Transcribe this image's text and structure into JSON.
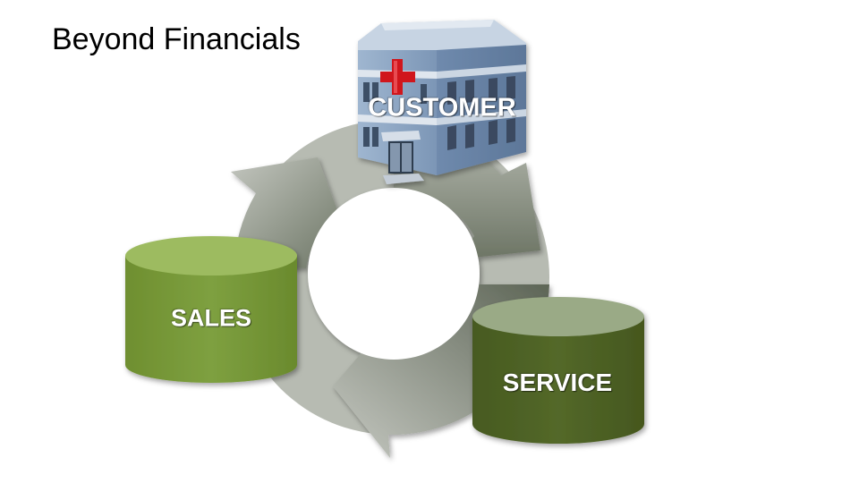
{
  "title": "Beyond Financials",
  "nodes": {
    "customer": "CUSTOMER",
    "sales": "SALES",
    "service": "SERVICE"
  },
  "colors": {
    "background": "#ffffff",
    "title_text": "#000000",
    "cycle_light": "#c9cbc6",
    "cycle_dark": "#6e7866",
    "sales_body": "#7a9a3c",
    "sales_top": "#9cba5e",
    "service_body": "#4e6224",
    "service_top": "#98a883",
    "building_walls": "#8fa8c6",
    "building_trim": "#d9e2ec",
    "cross": "#d0181e"
  },
  "icons": [
    "hospital-building-icon",
    "medical-cross-icon"
  ]
}
